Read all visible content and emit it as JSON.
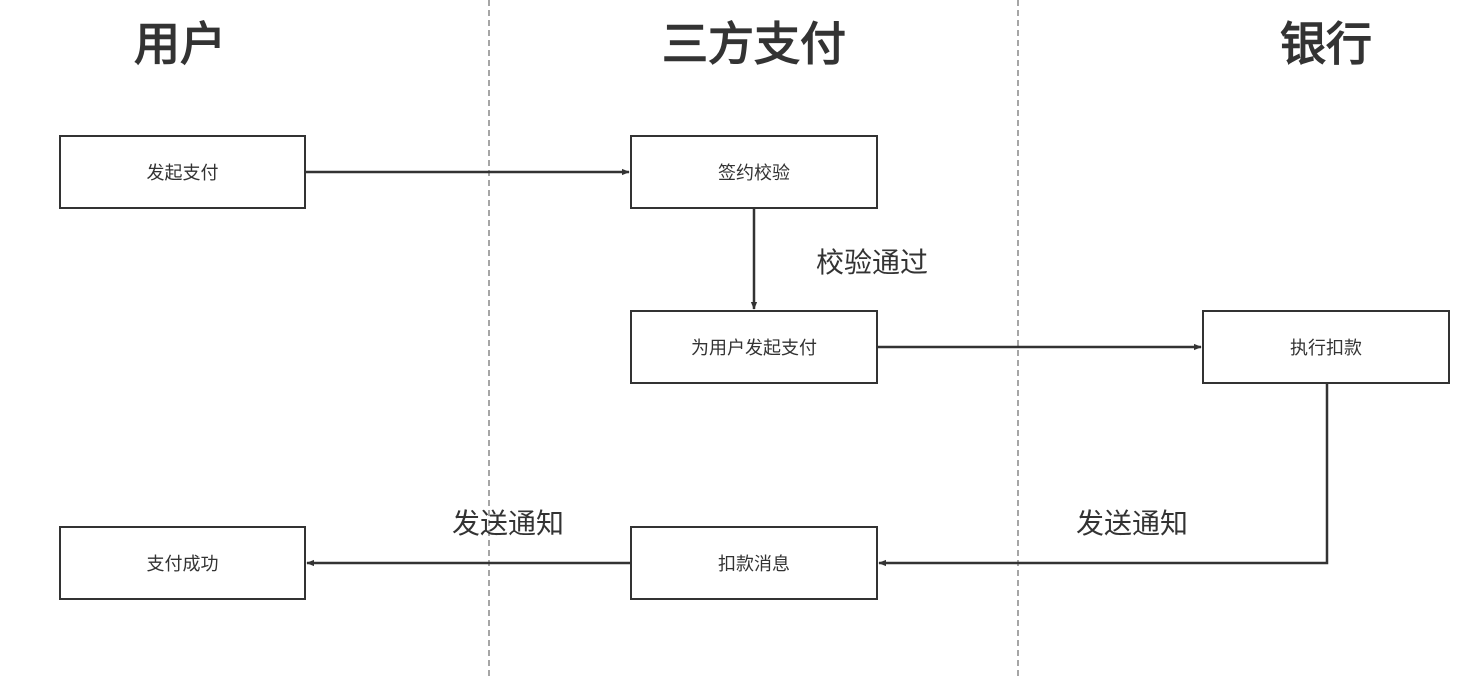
{
  "lanes": {
    "user": "用户",
    "third_party": "三方支付",
    "bank": "银行"
  },
  "nodes": {
    "initiate_payment": "发起支付",
    "contract_verify": "签约校验",
    "pay_for_user": "为用户发起支付",
    "execute_deduction": "执行扣款",
    "deduction_message": "扣款消息",
    "payment_success": "支付成功"
  },
  "edges": {
    "verify_passed": "校验通过",
    "notify_to_third_party": "发送通知",
    "notify_to_user": "发送通知"
  },
  "colors": {
    "line": "#333333",
    "divider": "#a6a6a6",
    "background": "#ffffff"
  }
}
